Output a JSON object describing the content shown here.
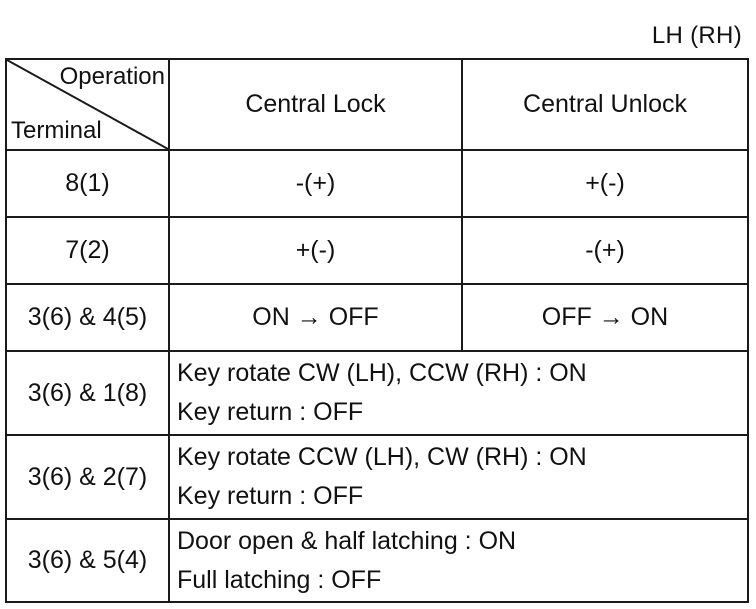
{
  "side_label": "LH (RH)",
  "header": {
    "diag_top": "Operation",
    "diag_bottom": "Terminal",
    "col1": "Central Lock",
    "col2": "Central Unlock"
  },
  "rows": [
    {
      "terminal": "8(1)",
      "lock": "-(+)",
      "unlock": "+(-)"
    },
    {
      "terminal": "7(2)",
      "lock": "+(-)",
      "unlock": "-(+)"
    },
    {
      "terminal": "3(6) & 4(5)",
      "lock": "ON → OFF",
      "unlock": "OFF → ON"
    }
  ],
  "merged_rows": [
    {
      "terminal": "3(6) & 1(8)",
      "line1": "Key rotate CW (LH), CCW (RH) : ON",
      "line2": "Key return : OFF"
    },
    {
      "terminal": "3(6) & 2(7)",
      "line1": "Key rotate CCW (LH), CW (RH) : ON",
      "line2": "Key return : OFF"
    },
    {
      "terminal": "3(6) & 5(4)",
      "line1": "Door open & half latching : ON",
      "line2": "Full latching : OFF"
    }
  ]
}
